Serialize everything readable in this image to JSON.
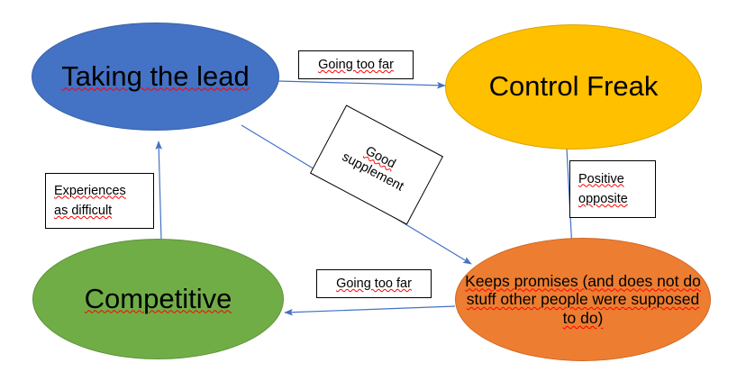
{
  "diagram": {
    "title": "Taking the lead / Control Freak behaviour loop",
    "background": "#ffffff",
    "edge_color": "#4472C4",
    "nodes": [
      {
        "id": "taking-the-lead",
        "label": "Taking the lead",
        "fill": "#4472C4",
        "text_color": "#000000"
      },
      {
        "id": "control-freak",
        "label": "Control Freak",
        "fill": "#FFC000",
        "text_color": "#000000"
      },
      {
        "id": "competitive",
        "label": "Competitive",
        "fill": "#70AD47",
        "text_color": "#000000"
      },
      {
        "id": "keeps-promises",
        "label": "Keeps promises (and does not do stuff other people were supposed to do)",
        "fill": "#ED7D31",
        "text_color": "#000000"
      }
    ],
    "edge_labels": [
      {
        "id": "going-too-far-top",
        "lines": [
          "Going too far"
        ]
      },
      {
        "id": "good-supplement",
        "lines": [
          "Good",
          "supplement"
        ]
      },
      {
        "id": "positive-opposite",
        "lines": [
          "Positive",
          "opposite"
        ]
      },
      {
        "id": "experiences-as-difficult",
        "lines": [
          "Experiences",
          "as difficult"
        ]
      },
      {
        "id": "going-too-far-bottom",
        "lines": [
          "Going too far"
        ]
      }
    ]
  }
}
